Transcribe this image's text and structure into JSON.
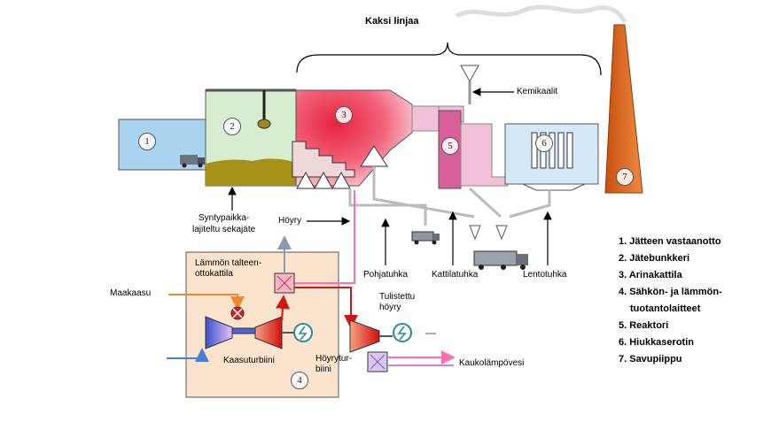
{
  "header": {
    "title": "Kaksi linjaa"
  },
  "labels": {
    "chemicals": "Kemikaalit",
    "sorted_waste_1": "Syntypaikka-",
    "sorted_waste_2": "lajiteltu sekajäte",
    "steam": "Höyry",
    "bottom_ash": "Pohjatuhka",
    "boiler_ash": "Kattilatuhka",
    "fly_ash": "Lentotuhka",
    "recovery_boiler_1": "Lämmön talteen-",
    "recovery_boiler_2": "ottokattila",
    "natural_gas": "Maakaasu",
    "superheated_steam_1": "Tulistettu",
    "superheated_steam_2": "höyry",
    "gas_turbine": "Kaasuturbiini",
    "steam_turbine_1": "Höyrytur-",
    "steam_turbine_2": "biini",
    "district_heat": "Kaukolämpövesi"
  },
  "numbers": {
    "n1": "1",
    "n2": "2",
    "n3": "3",
    "n4": "4",
    "n5": "5",
    "n6": "6",
    "n7": "7"
  },
  "legend": {
    "l1": "1. Jätteen vastaanotto",
    "l2": "2. Jätebunkkeri",
    "l3": "3. Arinakattila",
    "l4a": "4. Sähkön- ja lämmön-",
    "l4b": "tuotantolaitteet",
    "l5": "5. Reaktori",
    "l6": "6. Hiukkaserotin",
    "l7": "7. Savupiippu"
  },
  "colors": {
    "reception": "#a9d3ee",
    "bunker": "#d8ecd0",
    "boiler_hot": "#e8244a",
    "reactor": "#d85f9a",
    "separator": "#d3e9f7",
    "chimney": "#e0691c",
    "energy_box": "#fbe3cd",
    "steam_line": "#ff6fb0"
  }
}
